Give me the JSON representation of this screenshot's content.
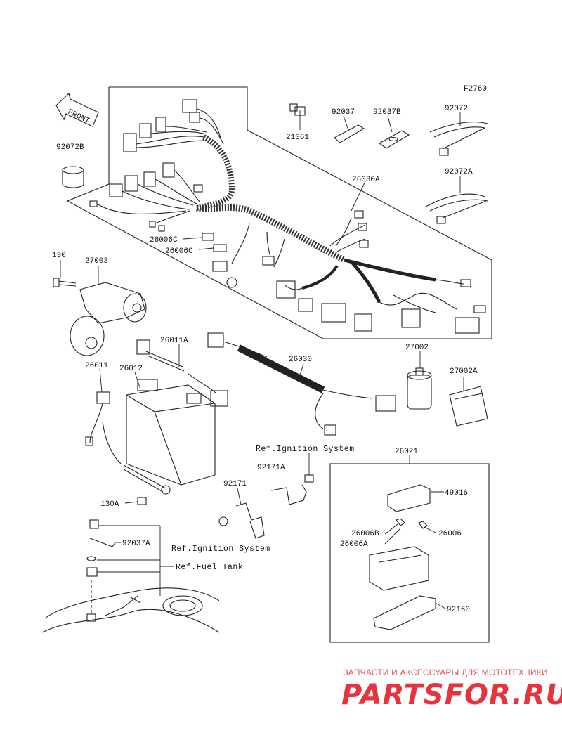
{
  "diagram": {
    "figure_code": "F2760",
    "front_label": "FRONT",
    "parts": {
      "p92072B": "92072B",
      "p21061": "21061",
      "p92037": "92037",
      "p92037B": "92037B",
      "p92072": "92072",
      "p92072A": "92072A",
      "p26030A": "26030A",
      "p26006C_1": "26006C",
      "p26006C_2": "26006C",
      "p130": "130",
      "p27003": "27003",
      "p26011A": "26011A",
      "p26030": "26030",
      "p27002": "27002",
      "p27002A": "27002A",
      "p26011": "26011",
      "p26012": "26012",
      "p92171A": "92171A",
      "p26021": "26021",
      "p49016": "49016",
      "p130A": "130A",
      "p92171": "92171",
      "p26006B": "26006B",
      "p26006": "26006",
      "p26006A": "26006A",
      "p92037A": "92037A",
      "p92160": "92160"
    },
    "refs": {
      "ignition_top": "Ref.Ignition System",
      "ignition_bottom": "Ref.Ignition System",
      "fuel_tank": "Ref.Fuel Tank"
    }
  },
  "watermark": {
    "tagline": "ЗАПЧАСТИ И АКСЕССУАРЫ ДЛЯ МОТОТЕХНИКИ",
    "logo": "PARTSFOR.RU",
    "color": "#e8333d"
  }
}
